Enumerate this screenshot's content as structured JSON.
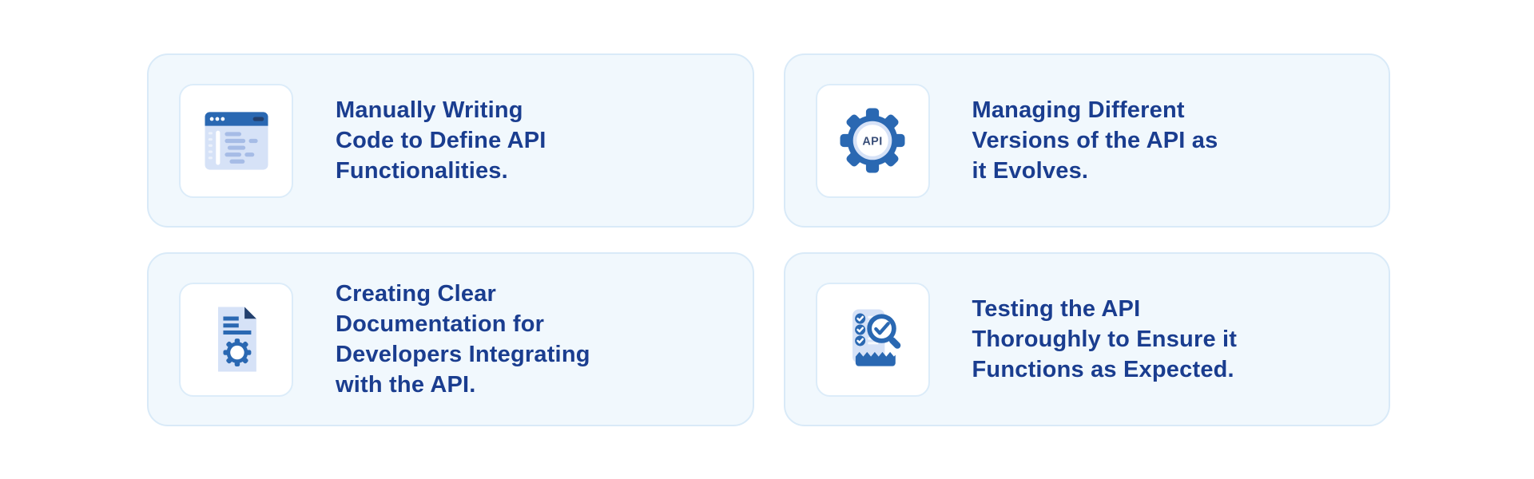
{
  "theme": {
    "page_bg": "#ffffff",
    "card_bg": "#f1f8fd",
    "card_border": "#d9eaf8",
    "icon_box_bg": "#ffffff",
    "icon_box_border": "#dcecf9",
    "title_color": "#1a3d8f",
    "icon_primary": "#2a68b2",
    "icon_dark": "#23406e",
    "icon_light": "#d6e2f7",
    "icon_mid": "#a6bce6",
    "api_label_color": "#3a4f79"
  },
  "cards": [
    {
      "icon": "browser-code-icon",
      "title": "Manually Writing\nCode to Define API\nFunctionalities."
    },
    {
      "icon": "api-gear-icon",
      "api_label": "API",
      "title": "Managing Different\nVersions of the API as\nit Evolves."
    },
    {
      "icon": "document-gear-icon",
      "title": "Creating Clear\nDocumentation for\nDevelopers Integrating\nwith the API."
    },
    {
      "icon": "testing-checklist-icon",
      "title": "Testing the API\nThoroughly to Ensure it\nFunctions as Expected."
    }
  ]
}
